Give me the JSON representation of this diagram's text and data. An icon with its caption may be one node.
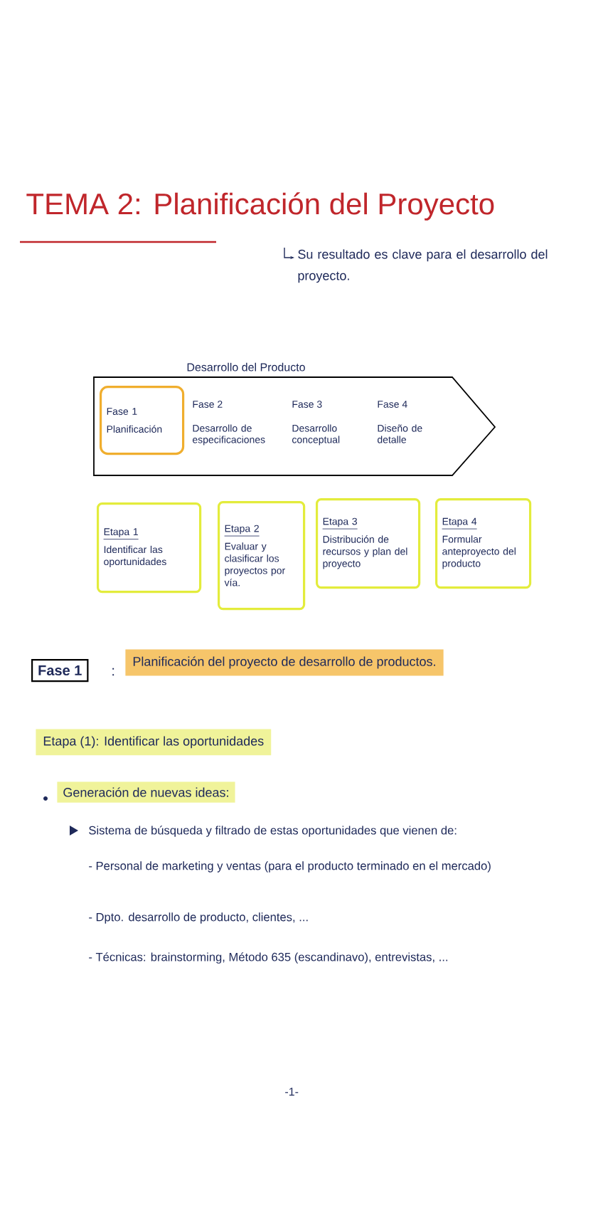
{
  "diagram": {
    "title": "TEMA 2: Planificación del Proyecto",
    "nodes": [
      {
        "text": [
          "Desarrollo del Producto",
          "Fase 2",
          "Desarrollo de especificaciones",
          "Fase 3",
          "Desarrollo conceptual",
          "Fase 4",
          "Diseño de detalle"
        ]
      },
      {
        "text": [
          "Fase 1",
          "Planificación"
        ],
        "in": 0
      },
      {
        "text": [
          "Etapa 1",
          "Identificar las oportunidades"
        ]
      },
      {
        "text": [
          "Etapa 2",
          "Evaluar y clasificar los proyectos por vía."
        ]
      },
      {
        "text": [
          "Etapa 3",
          "Distribución de recursos y plan del proyecto"
        ]
      },
      {
        "text": [
          "Etapa 4",
          "Formular anteproyecto del producto"
        ]
      },
      {
        "text": [
          "Fase 1"
        ]
      },
      {
        "text": [
          "Planificación del proyecto de desarrollo de productos."
        ]
      },
      {
        "text": [
          "Etapa (1): Identificar las oportunidades"
        ]
      },
      {
        "text": [
          "Generación de nuevas ideas:"
        ]
      }
    ],
    "labels": [
      "Su resultado es clave para el desarrollo del proyecto.",
      ":",
      "Sistema de búsqueda y filtrado de estas oportunidades que vienen de:",
      "- Personal de marketing y ventas (para el producto terminado en el mercado)",
      "- Dpto. desarrollo de producto, clientes, ...",
      "- Técnicas: brainstorming, Método 635 (escandinavo), entrevistas, ...",
      "-1-"
    ]
  }
}
